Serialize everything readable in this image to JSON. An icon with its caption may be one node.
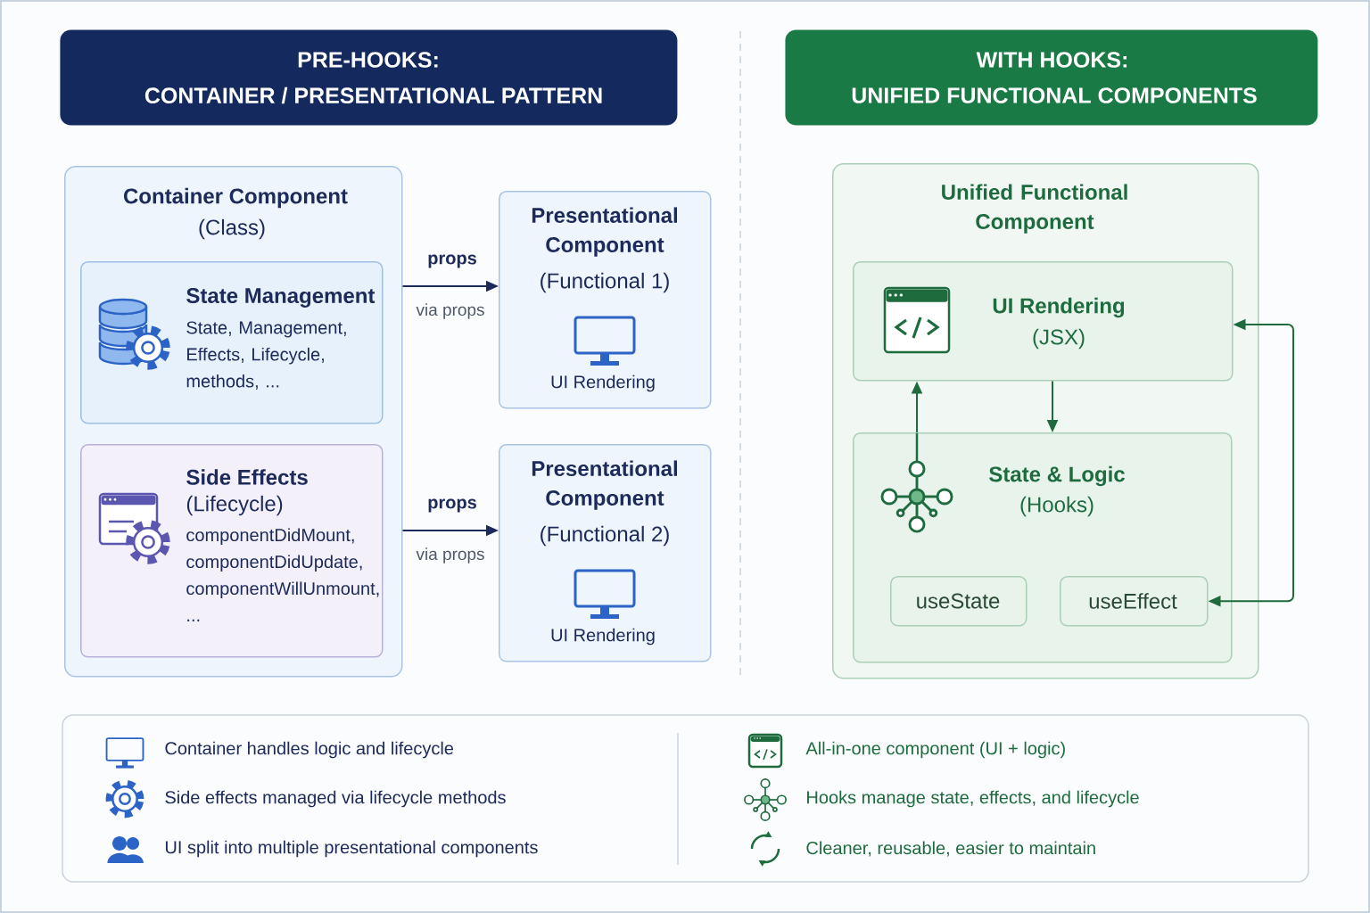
{
  "diagram": {
    "nodes": [
      {
        "text": [
          "PRE-HOOKS:",
          "CONTAINER / PRESENTATIONAL PATTERN"
        ]
      },
      {
        "text": [
          "WITH HOOKS:",
          "UNIFIED FUNCTIONAL COMPONENTS"
        ]
      },
      {
        "text": [
          "Container Component",
          "(Class)"
        ]
      },
      {
        "text": [
          "State Management",
          "State, Management, Effects, Lifecycle, methods, ..."
        ],
        "in": 2
      },
      {
        "text": [
          "Side Effects",
          "(Lifecycle)",
          "componentDidMount, componentDidUpdate, componentWillUnmount, ..."
        ],
        "in": 2
      },
      {
        "text": [
          "Presentational Component",
          "(Functional 1)",
          "UI Rendering"
        ]
      },
      {
        "text": [
          "Presentational Component",
          "(Functional 2)",
          "UI Rendering"
        ]
      },
      {
        "text": [
          "Unified Functional Component"
        ]
      },
      {
        "text": [
          "UI Rendering",
          "(JSX)"
        ],
        "in": 7
      },
      {
        "text": [
          "State & Logic",
          "(Hooks)"
        ],
        "in": 7
      },
      {
        "text": [
          "useState"
        ],
        "in": 9
      },
      {
        "text": [
          "useEffect"
        ],
        "in": 9
      }
    ],
    "edges": [
      {
        "from": 2,
        "to": 5,
        "arrow": "to",
        "label": "props",
        "color": "#1c2b5a"
      },
      {
        "from": 2,
        "to": 6,
        "arrow": "to",
        "label": "props",
        "color": "#1c2b5a"
      },
      {
        "from": 9,
        "to": 8,
        "arrow": "to"
      },
      {
        "from": 8,
        "to": 9,
        "arrow": "to"
      },
      {
        "from": 11,
        "to": 8,
        "arrow": "both"
      }
    ],
    "labels": [
      "via props",
      "via props",
      "Container handles logic and lifecycle",
      "Side effects managed via lifecycle methods",
      "UI split into multiple presentational components",
      "All-in-one component (UI + logic)",
      "Hooks manage state, effects, and lifecycle",
      "Cleaner, reusable, easier to maintain"
    ]
  }
}
